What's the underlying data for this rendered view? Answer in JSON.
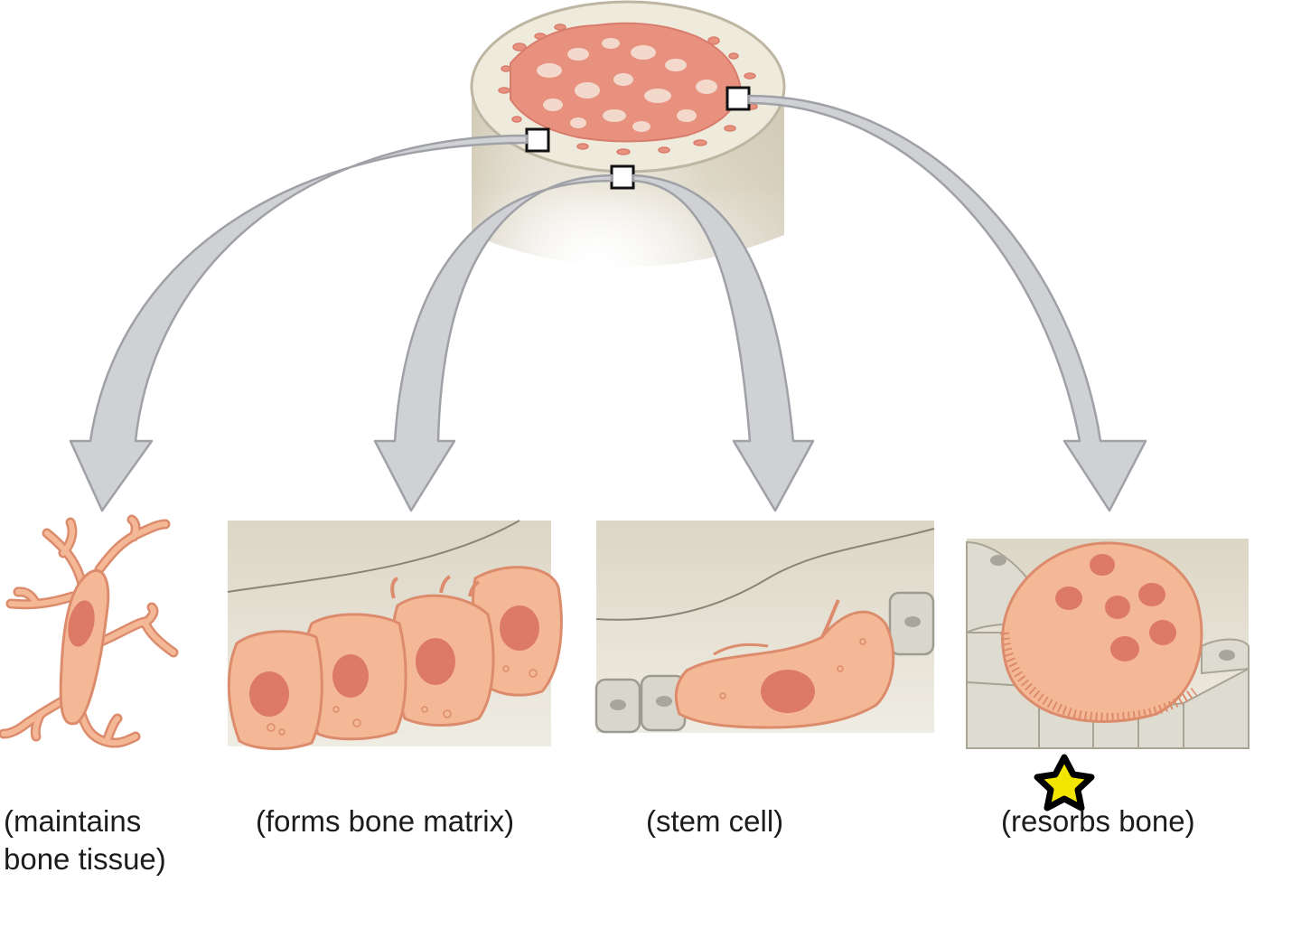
{
  "labels": {
    "osteocyte": {
      "line1": "(maintains",
      "line2": "bone tissue)"
    },
    "osteoblast": "(forms bone matrix)",
    "osteogenic": "(stem cell)",
    "osteoclast": "(resorbs bone)"
  },
  "marker": {
    "icon": "star-icon",
    "fill": "#f2e600",
    "stroke": "#000000"
  },
  "colors": {
    "cell_fill": "#f4b896",
    "cell_stroke": "#dc8c6c",
    "nucleus": "#dc7a66",
    "bone_surface": "#eeeadc",
    "bone_side": "#dcd5c2",
    "spongy_bone": "#e78f80",
    "arrow_fill": "#d0d1d5",
    "arrow_stroke": "#9fa1a6",
    "panel_bg": "#e6e2d4"
  }
}
